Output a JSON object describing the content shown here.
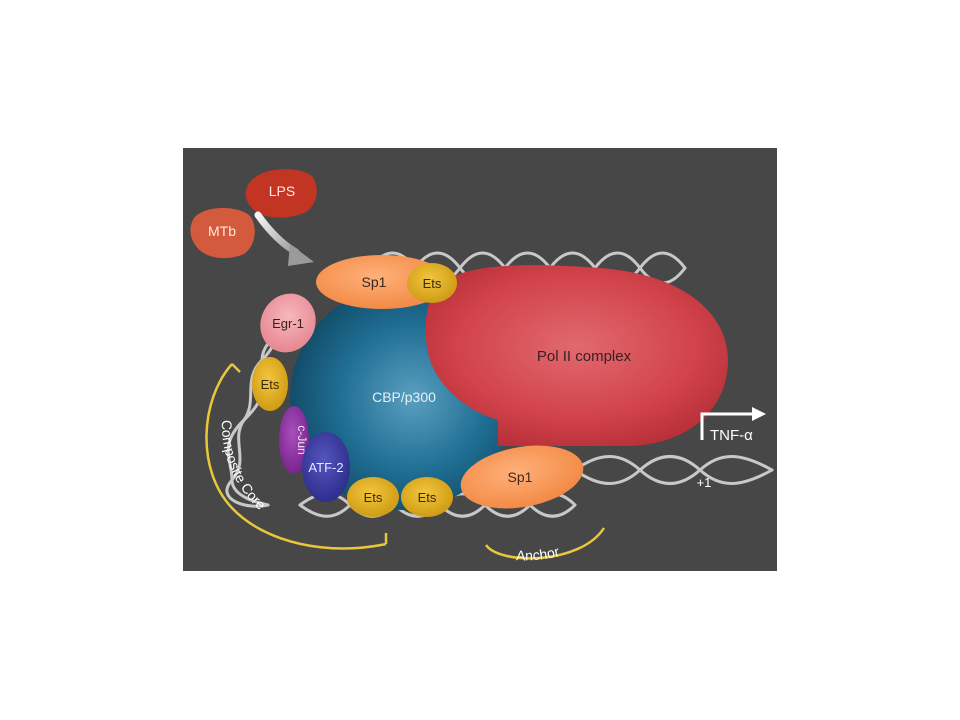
{
  "figure": {
    "background": "#474747",
    "stimuli": {
      "lps": "LPS",
      "mtb": "MTb"
    },
    "proteins": {
      "sp1_top": "Sp1",
      "ets_top": "Ets",
      "egr1": "Egr-1",
      "ets_left": "Ets",
      "cjun": "c-Jun",
      "atf2": "ATF-2",
      "ets_bottom_1": "Ets",
      "ets_bottom_2": "Ets",
      "sp1_bottom": "Sp1"
    },
    "complexes": {
      "cbp": "CBP/p300",
      "pol2": "Pol II complex"
    },
    "gene": {
      "name": "TNF-α",
      "start": "+1"
    },
    "regions": {
      "composite_core": "Composite Core",
      "anchor": "Anchor"
    },
    "colors": {
      "sp1": "#f4924f",
      "ets": "#dcab1c",
      "egr1": "#ef9aa2",
      "cjun": "#8b2e9e",
      "atf2": "#3a3a9e",
      "cbp": "#1d6f92",
      "pol2": "#d23a45",
      "lps": "#c53322",
      "mtb": "#d65a3e",
      "bracket": "#e8c83a",
      "dna": "#cfcfcf"
    }
  }
}
